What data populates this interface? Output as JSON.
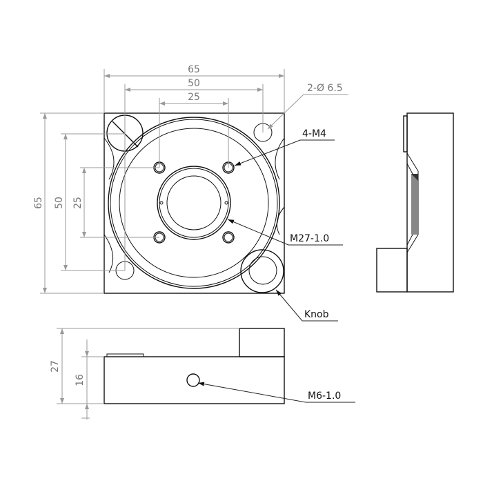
{
  "dimensions": {
    "top_overall": "65",
    "top_mid": "50",
    "top_inner": "25",
    "left_overall": "65",
    "left_mid": "50",
    "left_inner": "25",
    "side_total_height": "27",
    "side_body_height": "16"
  },
  "callouts": {
    "corner_holes": "2-Ø 6.5",
    "tapped_holes": "4-M4",
    "center_thread": "M27-1.0",
    "knob": "Knob",
    "side_thread": "M6-1.0"
  }
}
